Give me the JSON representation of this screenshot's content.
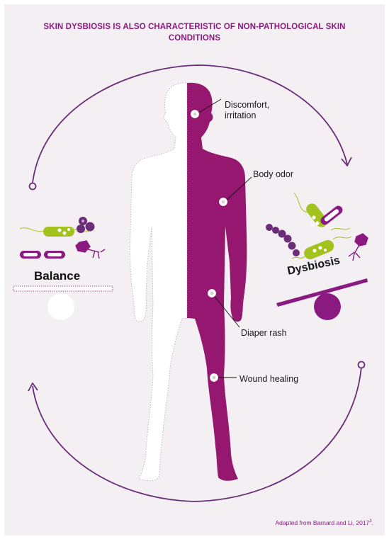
{
  "title": "SKIN DYSBIOSIS IS ALSO CHARACTERISTIC OF NON-PATHOLOGICAL SKIN CONDITIONS",
  "colors": {
    "accent": "#8b1a80",
    "purple_dark": "#6b2d7a",
    "lime": "#a4c21e",
    "body_white": "#ffffff",
    "background": "#f3eff3"
  },
  "states": {
    "balance_label": "Balance",
    "dysbiosis_label": "Dysbiosis"
  },
  "callouts": [
    {
      "line1": "Discomfort,",
      "line2": "irritation"
    },
    {
      "line1": "Body odor",
      "line2": ""
    },
    {
      "line1": "Diaper rash",
      "line2": ""
    },
    {
      "line1": "Wound healing",
      "line2": ""
    }
  ],
  "source": {
    "text": "Adapted from Barnard and Li, 2017",
    "ref": "3",
    "suffix": "."
  },
  "icons": [
    "cycle-arrow-icon",
    "bacteria-icon",
    "cocci-chain-icon",
    "bacteriophage-icon",
    "seesaw-icon"
  ]
}
